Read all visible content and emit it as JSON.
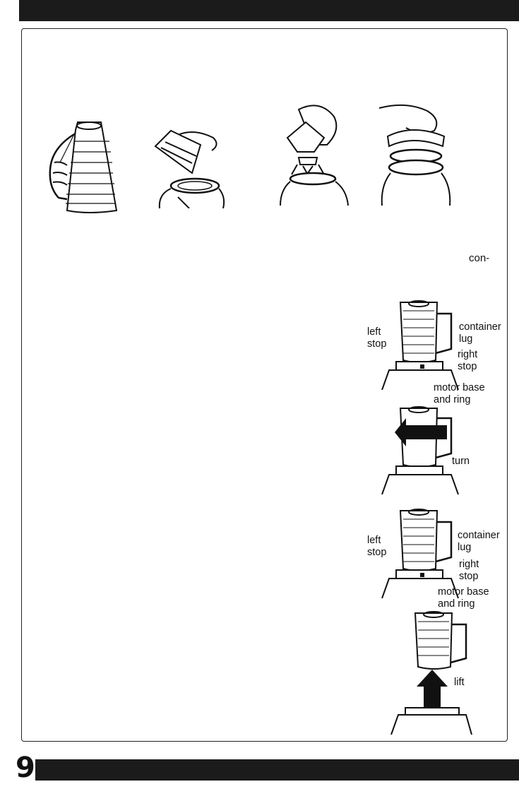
{
  "page": {
    "number": "9"
  },
  "text": {
    "hyphenated_fragment": "con-"
  },
  "figures": [
    {
      "name": "container-held-upside-down"
    },
    {
      "name": "placing-sealing-ring"
    },
    {
      "name": "placing-blade-assembly"
    },
    {
      "name": "screwing-on-threaded-bottom"
    }
  ],
  "diagram_attach": {
    "labels": {
      "left_stop": "left\nstop",
      "container_lug": "container\nlug",
      "right_stop": "right\nstop",
      "motor_base": "motor base\nand ring",
      "turn": "turn"
    }
  },
  "diagram_remove": {
    "labels": {
      "left_stop": "left\nstop",
      "container_lug": "container\nlug",
      "right_stop": "right\nstop",
      "motor_base": "motor base\nand ring",
      "lift": "lift"
    }
  },
  "colors": {
    "ink": "#111111",
    "bar": "#1b1b1b",
    "paper": "#ffffff"
  }
}
